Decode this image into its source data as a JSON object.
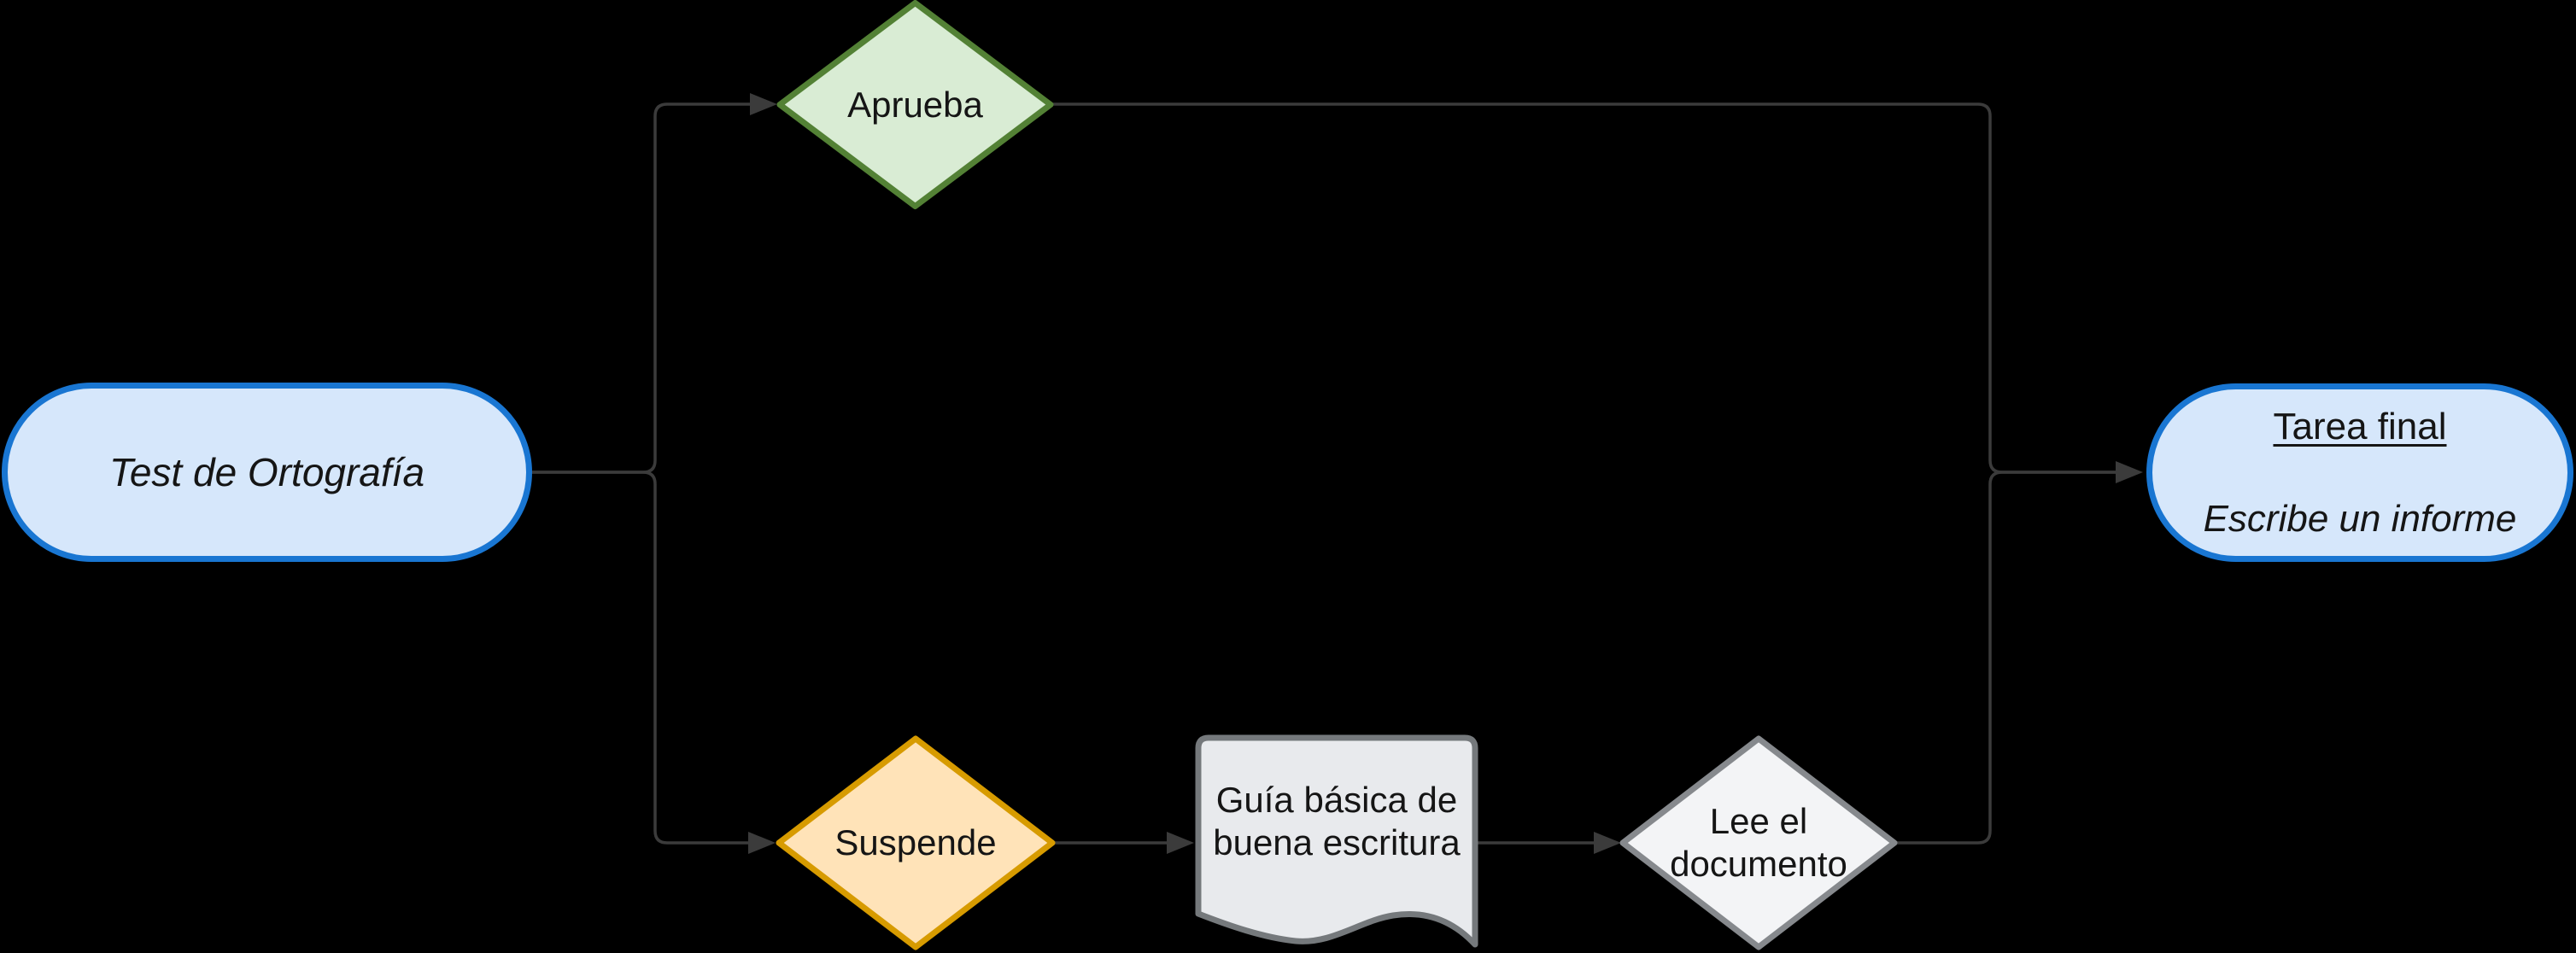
{
  "canvas": {
    "background": "#000000",
    "edge_color": "#3b3b3b",
    "text_color": "#151515"
  },
  "nodes": {
    "start": {
      "shape": "terminator",
      "label": "Test de Ortografía",
      "fill": "#d6e7fb",
      "stroke": "#1976d2"
    },
    "aprueba": {
      "shape": "decision",
      "label": "Aprueba",
      "fill": "#d9ecd4",
      "stroke": "#538135"
    },
    "suspende": {
      "shape": "decision",
      "label": "Suspende",
      "fill": "#ffe3b8",
      "stroke": "#d79b00"
    },
    "guia": {
      "shape": "document",
      "label_line1": "Guía básica de",
      "label_line2": "buena escritura",
      "fill": "#e8eaed",
      "stroke": "#75797c"
    },
    "lee": {
      "shape": "decision",
      "label_line1": "Lee el",
      "label_line2": "documento",
      "fill": "#f3f4f6",
      "stroke": "#86898d"
    },
    "final": {
      "shape": "terminator",
      "title": "Tarea final",
      "subtitle": "Escribe un informe",
      "fill": "#d6e7fb",
      "stroke": "#1976d2"
    }
  },
  "edges": [
    {
      "from": "start",
      "to": "aprueba"
    },
    {
      "from": "start",
      "to": "suspende"
    },
    {
      "from": "aprueba",
      "to": "final"
    },
    {
      "from": "suspende",
      "to": "guia"
    },
    {
      "from": "guia",
      "to": "lee"
    },
    {
      "from": "lee",
      "to": "final"
    }
  ]
}
